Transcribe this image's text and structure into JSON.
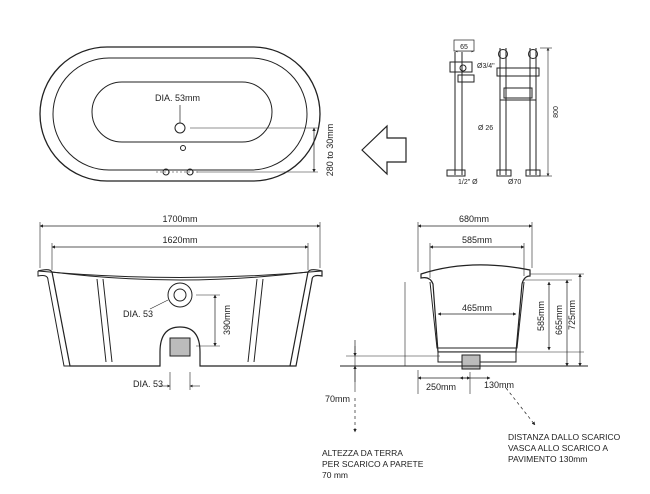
{
  "top_view": {
    "drain_dia": "DIA. 53mm",
    "drain_offset": "280 to 30mm"
  },
  "tap_detail": {
    "width": "65",
    "inlet": "Ø3/4\"",
    "height": "800",
    "pipe_dia": "Ø 26",
    "base_inlet": "1/2\" Ø",
    "base_dia": "Ø70"
  },
  "front_view": {
    "overall_length": "1700mm",
    "inner_length": "1620mm",
    "overflow_dia": "DIA. 53",
    "waste_height": "390mm",
    "floor_drain_dia": "DIA. 53"
  },
  "side_view": {
    "overall_width": "680mm",
    "inner_width": "585mm",
    "base_width": "465mm",
    "depth_inner": "585mm",
    "height_rim": "665mm",
    "height_total": "725mm",
    "drain_offset_wall": "250mm",
    "drain_offset": "130mm"
  },
  "floor_height": "70mm",
  "notes": {
    "wall_drain_line1": "ALTEZZA DA TERRA",
    "wall_drain_line2": "PER SCARICO A PARETE",
    "wall_drain_line3": "70 mm",
    "floor_drain_line1": "DISTANZA DALLO SCARICO",
    "floor_drain_line2": "VASCA ALLO SCARICO A",
    "floor_drain_line3": "PAVIMENTO 130mm"
  }
}
